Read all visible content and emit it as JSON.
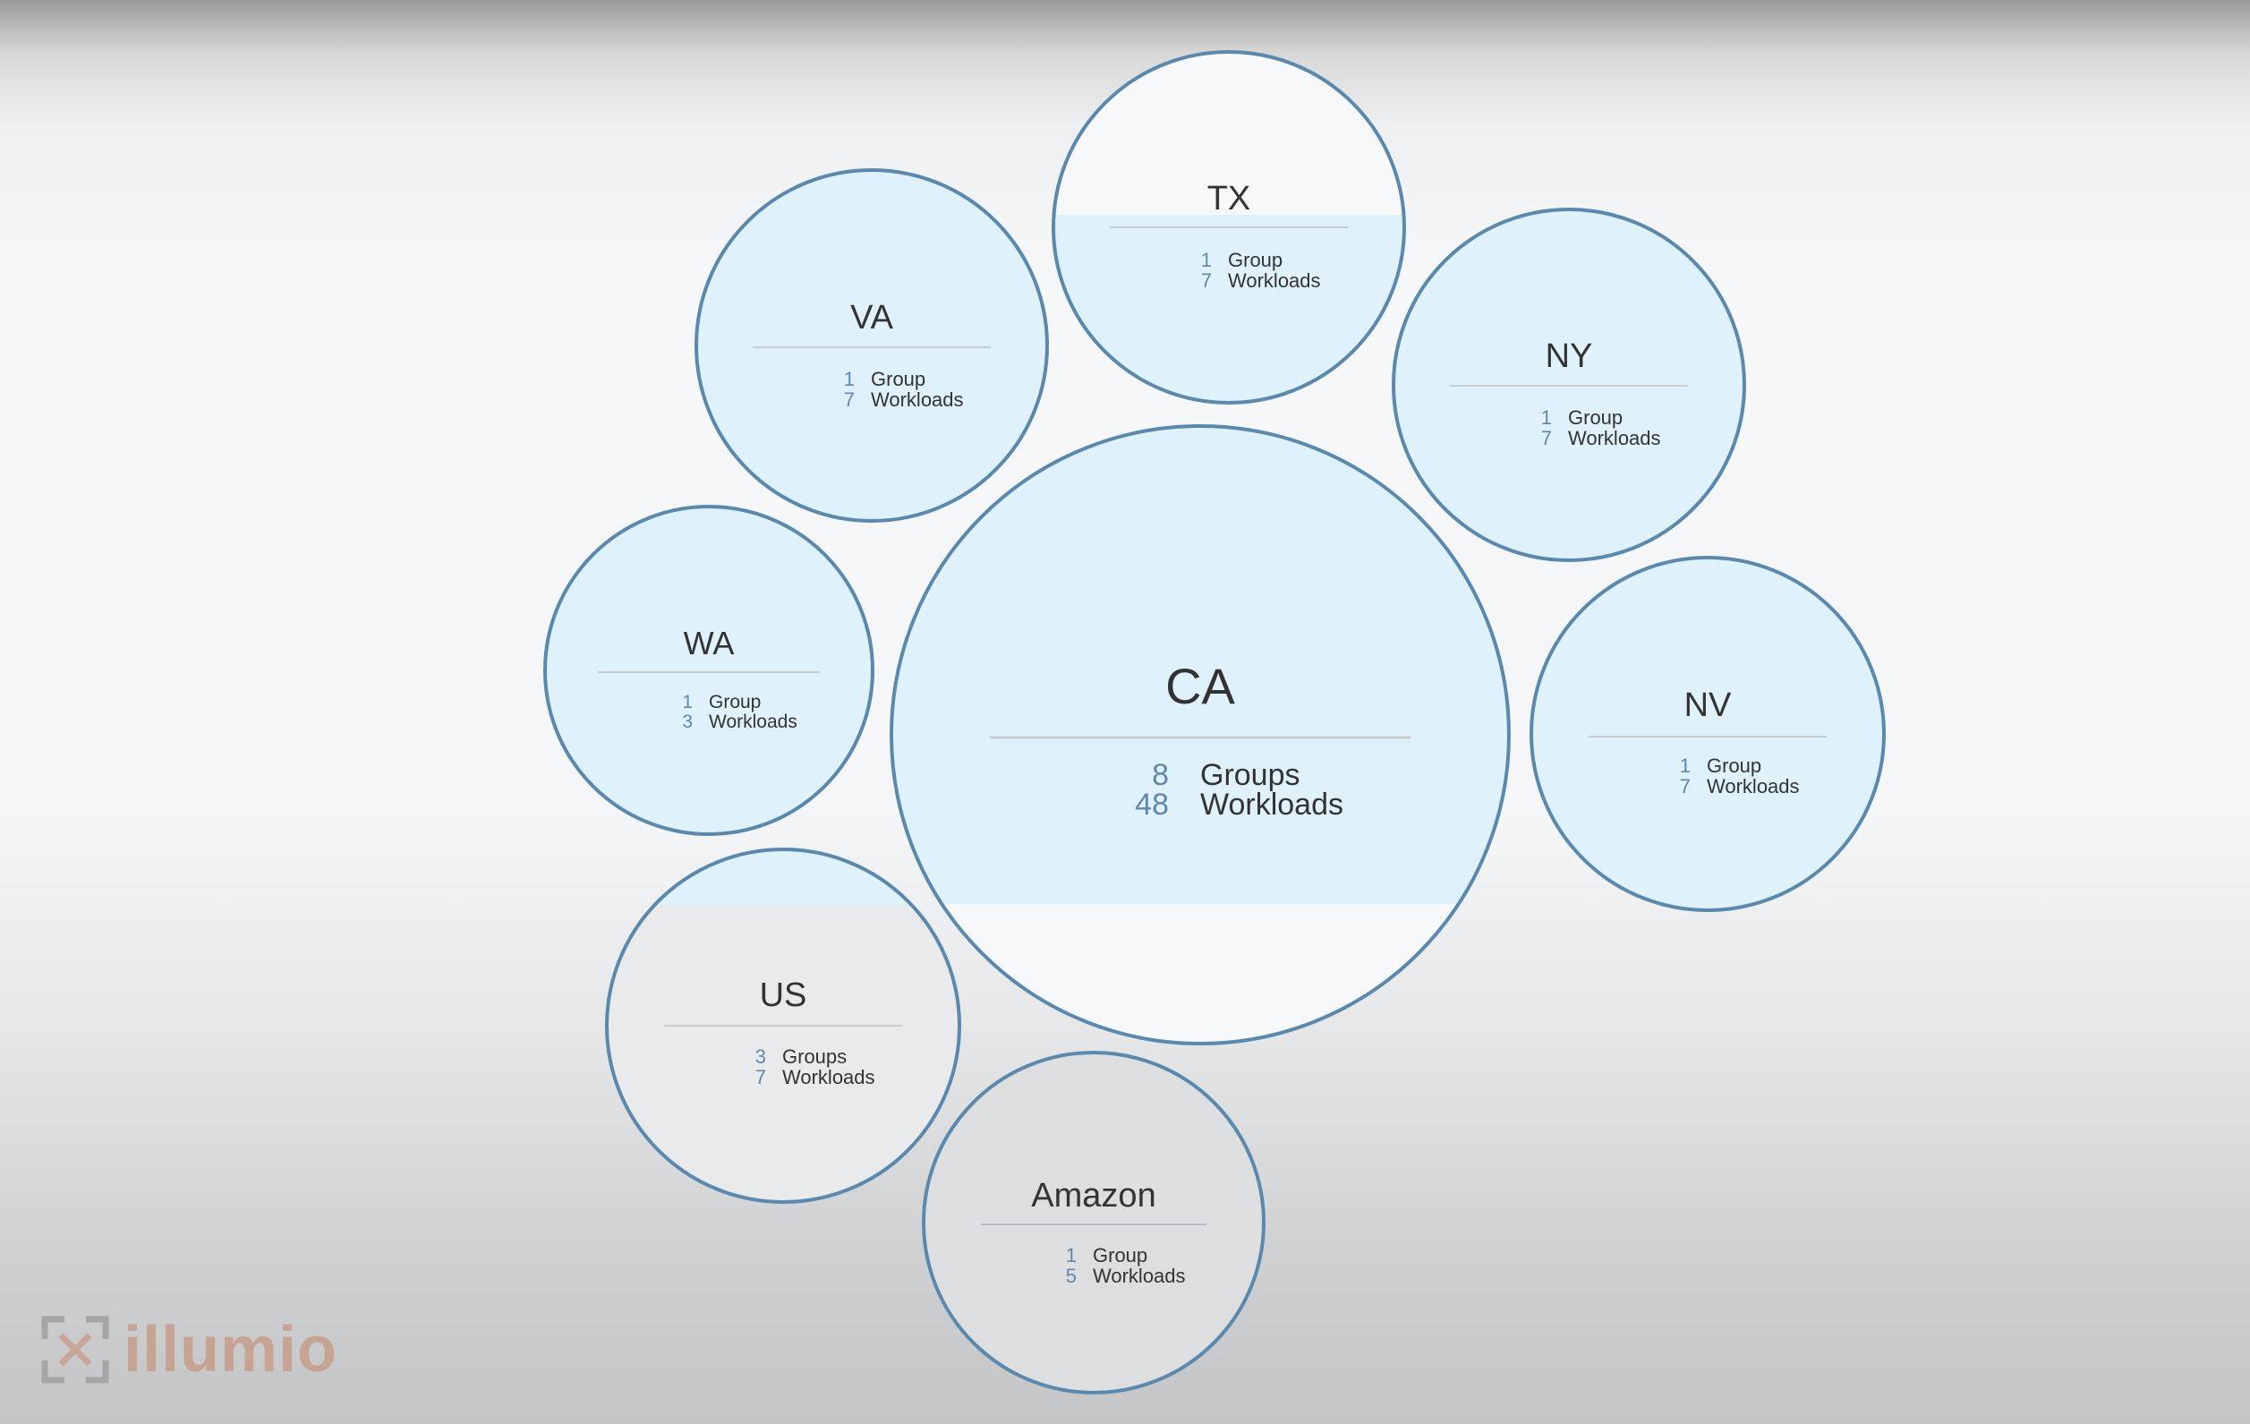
{
  "colors": {
    "circle_stroke": "#5b88ad",
    "fill_light_blue": "#dff1fa",
    "fill_grey": "#e8eaec",
    "label_text": "#333333",
    "number_text": "#5f88ab",
    "divider": "#c8cdd2",
    "watermark": "#c79a86"
  },
  "groups": [
    {
      "id": "tx",
      "label": "TX",
      "groups_count": "1",
      "groups_label": "Group",
      "workloads_count": "7",
      "workloads_label": "Workloads"
    },
    {
      "id": "va",
      "label": "VA",
      "groups_count": "1",
      "groups_label": "Group",
      "workloads_count": "7",
      "workloads_label": "Workloads"
    },
    {
      "id": "ny",
      "label": "NY",
      "groups_count": "1",
      "groups_label": "Group",
      "workloads_count": "7",
      "workloads_label": "Workloads"
    },
    {
      "id": "wa",
      "label": "WA",
      "groups_count": "1",
      "groups_label": "Group",
      "workloads_count": "3",
      "workloads_label": "Workloads"
    },
    {
      "id": "ca",
      "label": "CA",
      "groups_count": "8",
      "groups_label": "Groups",
      "workloads_count": "48",
      "workloads_label": "Workloads"
    },
    {
      "id": "nv",
      "label": "NV",
      "groups_count": "1",
      "groups_label": "Group",
      "workloads_count": "7",
      "workloads_label": "Workloads"
    },
    {
      "id": "us",
      "label": "US",
      "groups_count": "3",
      "groups_label": "Groups",
      "workloads_count": "7",
      "workloads_label": "Workloads"
    },
    {
      "id": "amazon",
      "label": "Amazon",
      "groups_count": "1",
      "groups_label": "Group",
      "workloads_count": "5",
      "workloads_label": "Workloads"
    }
  ],
  "watermark": {
    "text": "illumio",
    "icon": "illumio-logo-icon"
  }
}
